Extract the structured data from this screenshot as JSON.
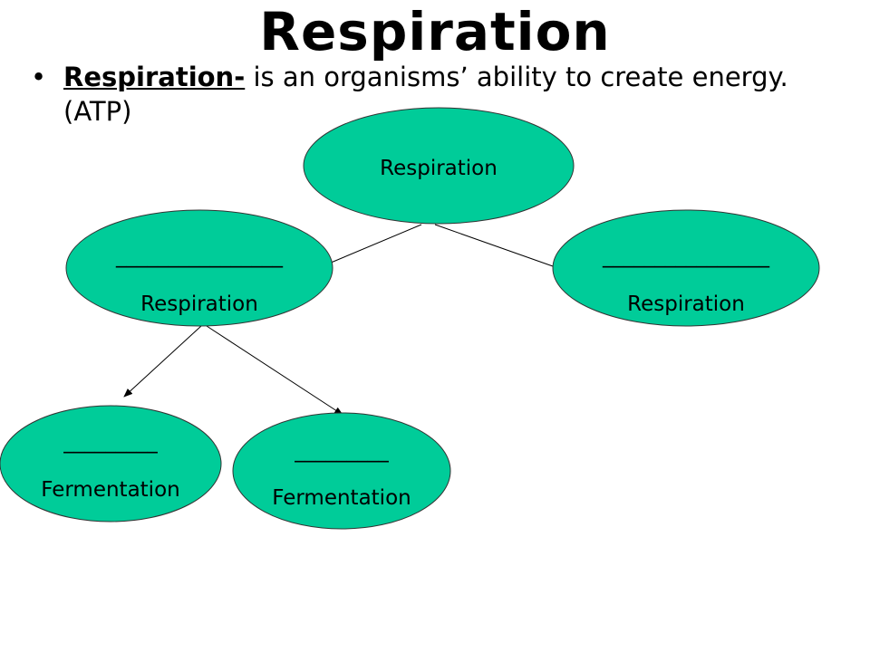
{
  "title": "Respiration",
  "bullet": {
    "term": "Respiration-",
    "text": " is an organisms’ ability to create energy. (ATP)"
  },
  "colors": {
    "node_fill": "#00cc99",
    "node_stroke": "#333333",
    "line": "#000000"
  },
  "nodes": {
    "root": {
      "label": "Respiration"
    },
    "left": {
      "blank": "________________",
      "label": "Respiration"
    },
    "right": {
      "blank": "________________",
      "label": "Respiration"
    },
    "bottom_left": {
      "blank": "_________",
      "label": "Fermentation"
    },
    "bottom_right": {
      "blank": "_________",
      "label": "Fermentation"
    }
  }
}
